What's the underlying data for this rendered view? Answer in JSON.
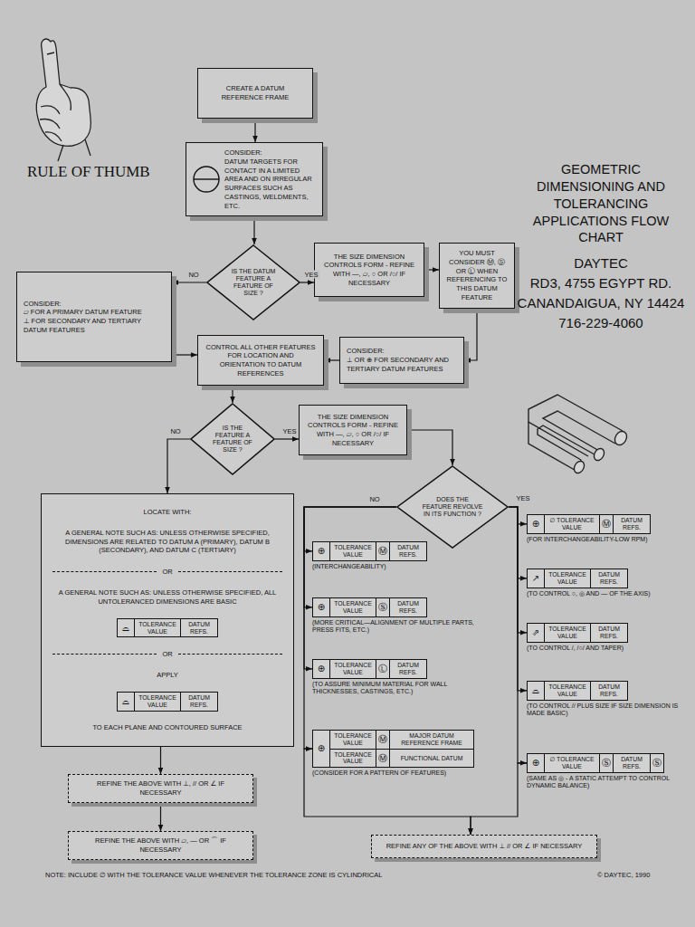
{
  "diagram": {
    "title": "GEOMETRIC DIMENSIONING AND TOLERANCING APPLICATIONS FLOW CHART",
    "nodes": [
      {
        "text": [
          "CREATE A DATUM REFERENCE FRAME"
        ]
      },
      {
        "text": [
          "CONSIDER:",
          "DATUM TARGETS FOR CONTACT IN A LIMITED AREA AND ON IRREGULAR SURFACES SUCH AS CASTINGS, WELDMENTS, ETC."
        ]
      },
      {
        "text": [
          "IS THE DATUM FEATURE A FEATURE OF SIZE ?"
        ]
      },
      {
        "text": [
          "THE SIZE DIMENSION CONTROLS FORM - REFINE WITH —, ▱, ○ OR /○/ IF NECESSARY"
        ]
      },
      {
        "text": [
          "YOU MUST CONSIDER Ⓜ, Ⓢ OR Ⓛ WHEN REFERENCING TO THIS DATUM FEATURE"
        ]
      },
      {
        "text": [
          "CONSIDER:",
          "▱ FOR A PRIMARY DATUM FEATURE",
          "⊥ FOR SECONDARY AND TERTIARY DATUM FEATURES"
        ]
      },
      {
        "text": [
          "CONTROL ALL OTHER FEATURES FOR LOCATION AND ORIENTATION TO DATUM REFERENCES"
        ]
      },
      {
        "text": [
          "CONSIDER:",
          "⊥ OR ⊕ FOR SECONDARY AND TERTIARY DATUM FEATURES"
        ]
      },
      {
        "text": [
          "IS THE FEATURE A FEATURE OF SIZE ?"
        ]
      },
      {
        "text": [
          "THE SIZE DIMENSION CONTROLS FORM - REFINE WITH —, ▱, ○ OR /○/ IF NECESSARY"
        ]
      },
      {
        "text": [
          "LOCATE WITH:",
          "A GENERAL NOTE SUCH AS: UNLESS OTHERWISE SPECIFIED, DIMENSIONS ARE RELATED TO DATUM A (PRIMARY), DATUM B (SECONDARY), AND DATUM C (TERTIARY)",
          "OR",
          "A GENERAL NOTE SUCH AS: UNLESS OTHERWISE SPECIFIED, ALL UNTOLERANCED DIMENSIONS ARE BASIC",
          "OR",
          "APPLY",
          "TO EACH PLANE AND CONTOURED SURFACE"
        ]
      },
      {
        "text": [
          "⌓",
          "TOLERANCE VALUE",
          "DATUM REFS."
        ],
        "in": 10
      },
      {
        "text": [
          "⌓",
          "TOLERANCE VALUE",
          "DATUM REFS."
        ],
        "in": 10
      },
      {
        "text": [
          "DOES THE FEATURE REVOLVE IN ITS FUNCTION ?"
        ]
      },
      {
        "text": [
          "⊕",
          "TOLERANCE VALUE",
          "Ⓜ",
          "DATUM REFS.",
          "(INTERCHANGEABILITY)"
        ]
      },
      {
        "text": [
          "⊕",
          "TOLERANCE VALUE",
          "Ⓢ",
          "DATUM REFS.",
          "(MORE CRITICAL—ALIGNMENT OF MULTIPLE PARTS, PRESS FITS, ETC.)"
        ]
      },
      {
        "text": [
          "⊕",
          "TOLERANCE VALUE",
          "Ⓛ",
          "DATUM REFS.",
          "(TO ASSURE MINIMUM MATERIAL FOR WALL THICKNESSES, CASTINGS, ETC.)"
        ]
      },
      {
        "text": [
          "⊕",
          "TOLERANCE VALUE",
          "Ⓜ",
          "MAJOR DATUM REFERENCE FRAME",
          "TOLERANCE VALUE",
          "Ⓜ",
          "FUNCTIONAL DATUM",
          "(CONSIDER FOR A PATTERN OF FEATURES)"
        ]
      },
      {
        "text": [
          "⊕",
          "∅ TOLERANCE VALUE",
          "Ⓜ",
          "DATUM REFS.",
          "(FOR INTERCHANGEABILITY-LOW RPM)"
        ]
      },
      {
        "text": [
          "↗",
          "TOLERANCE VALUE",
          "DATUM REFS.",
          "(TO CONTROL ○, ◎ AND — OF THE AXIS)"
        ]
      },
      {
        "text": [
          "⇗",
          "TOLERANCE VALUE",
          "DATUM REFS.",
          "(TO CONTROL /, /○/ AND TAPER)"
        ]
      },
      {
        "text": [
          "⌓",
          "TOLERANCE VALUE",
          "DATUM REFS.",
          "(TO CONTROL // PLUS SIZE IF SIZE DIMENSION IS MADE BASIC)"
        ]
      },
      {
        "text": [
          "⊕",
          "∅ TOLERANCE VALUE",
          "Ⓢ",
          "DATUM REFS.",
          "Ⓢ",
          "(SAME AS ◎ - A STATIC ATTEMPT TO CONTROL DYNAMIC BALANCE)"
        ]
      },
      {
        "text": [
          "REFINE THE ABOVE WITH ⊥, // OR ∠ IF NECESSARY"
        ]
      },
      {
        "text": [
          "REFINE THE ABOVE WITH ▱, — OR ⌒ IF NECESSARY"
        ]
      },
      {
        "text": [
          "REFINE ANY OF THE ABOVE WITH ⊥ // OR ∠ IF NECESSARY"
        ]
      }
    ],
    "edges": [
      {
        "from": 0,
        "to": 1,
        "arrow": "to"
      },
      {
        "from": 1,
        "to": 2,
        "arrow": "to"
      },
      {
        "from": 2,
        "to": 3,
        "arrow": "to",
        "label": "YES"
      },
      {
        "from": 2,
        "to": 5,
        "arrow": "to",
        "label": "NO"
      },
      {
        "from": 3,
        "to": 4,
        "arrow": "to"
      },
      {
        "from": 4,
        "to": 7,
        "arrow": "to"
      },
      {
        "from": 7,
        "to": 6,
        "arrow": "to"
      },
      {
        "from": 5,
        "to": 6,
        "arrow": "to"
      },
      {
        "from": 6,
        "to": 8,
        "arrow": "to"
      },
      {
        "from": 8,
        "to": 9,
        "arrow": "to",
        "label": "YES"
      },
      {
        "from": 8,
        "to": 10,
        "arrow": "to",
        "label": "NO"
      },
      {
        "from": 9,
        "to": 13,
        "arrow": "to"
      },
      {
        "from": 13,
        "to": 14,
        "arrow": "to",
        "label": "NO"
      },
      {
        "from": 13,
        "to": 15,
        "arrow": "to"
      },
      {
        "from": 13,
        "to": 16,
        "arrow": "to"
      },
      {
        "from": 13,
        "to": 17,
        "arrow": "to"
      },
      {
        "from": 13,
        "to": 18,
        "arrow": "to",
        "label": "YES"
      },
      {
        "from": 13,
        "to": 19,
        "arrow": "to"
      },
      {
        "from": 13,
        "to": 20,
        "arrow": "to"
      },
      {
        "from": 13,
        "to": 21,
        "arrow": "to"
      },
      {
        "from": 13,
        "to": 22,
        "arrow": "to"
      },
      {
        "from": 10,
        "to": 23,
        "arrow": "to"
      },
      {
        "from": 23,
        "to": 24,
        "arrow": "to"
      },
      {
        "from": 17,
        "to": 25,
        "arrow": "to"
      },
      {
        "from": 22,
        "to": 25,
        "arrow": "to"
      }
    ],
    "labels": [
      "RULE OF THUMB",
      "DAYTEC",
      "RD3, 4755 EGYPT RD.",
      "CANANDAIGUA, NY 14424",
      "716-229-4060",
      "NOTE: INCLUDE ∅ WITH THE TOLERANCE VALUE WHENEVER THE TOLERANCE ZONE IS CYLINDRICAL",
      "© DAYTEC, 1990"
    ]
  }
}
